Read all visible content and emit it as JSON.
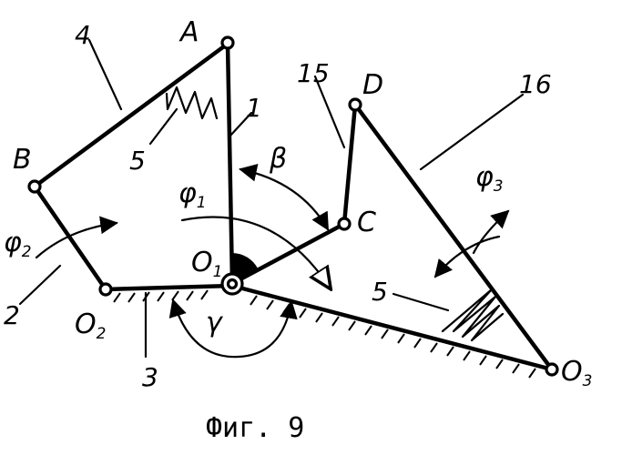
{
  "figure": {
    "caption": "Фиг. 9",
    "points": {
      "A": "A",
      "B": "B",
      "C": "C",
      "D": "D",
      "O1_main": "O",
      "O1_sub": "1",
      "O2_main": "O",
      "O2_sub": "2",
      "O3_main": "O",
      "O3_sub": "3"
    },
    "parts": {
      "p1": "1",
      "p2": "2",
      "p3": "3",
      "p4": "4",
      "p5a": "5",
      "p5b": "5",
      "p15": "15",
      "p16": "16"
    },
    "angles": {
      "beta": "β",
      "gamma": "γ",
      "phi1_main": "φ",
      "phi1_sub": "1",
      "phi2_main": "φ",
      "phi2_sub": "2",
      "phi3_main": "φ",
      "phi3_sub": "3"
    }
  }
}
